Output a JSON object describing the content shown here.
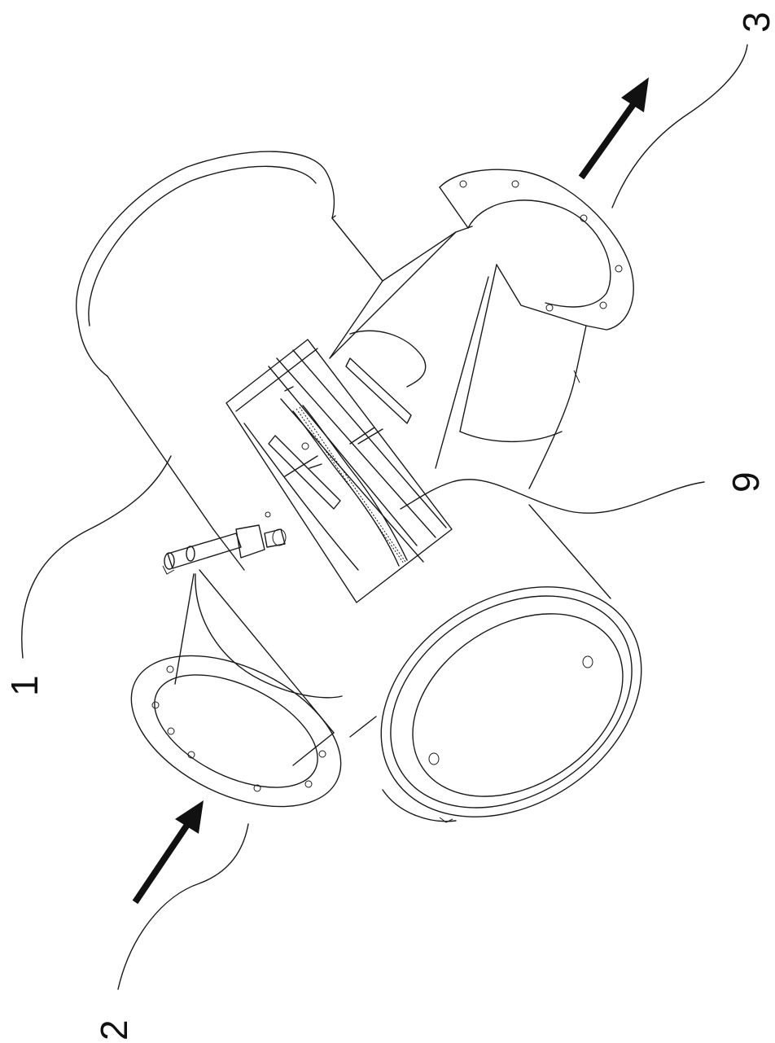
{
  "labels": {
    "part_1": "1",
    "part_2": "2",
    "part_3": "3",
    "part_9": "9"
  },
  "colors": {
    "line": "#1a1a1a",
    "background": "#ffffff"
  }
}
